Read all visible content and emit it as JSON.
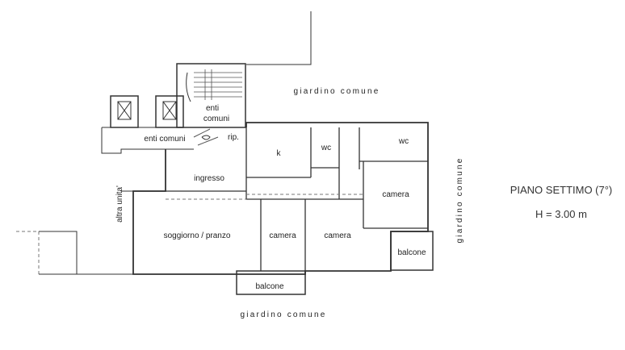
{
  "plan": {
    "rooms": {
      "enti_comuni_stair_1": "enti",
      "enti_comuni_stair_2": "comuni",
      "enti_comuni_hall": "enti comuni",
      "rip": "rip.",
      "k": "k",
      "wc_1": "wc",
      "wc_2": "wc",
      "ingresso": "ingresso",
      "camera_1": "camera",
      "soggiorno": "soggiorno / pranzo",
      "camera_2": "camera",
      "camera_3": "camera",
      "balcone_1": "balcone",
      "balcone_2": "balcone"
    },
    "surroundings": {
      "garden_top": "giardino comune",
      "garden_right": "giardino comune",
      "garden_bottom": "giardino comune",
      "other_unit": "altra unita'"
    }
  },
  "info": {
    "floor": "PIANO SETTIMO (7°)",
    "height": "H = 3.00 m"
  }
}
